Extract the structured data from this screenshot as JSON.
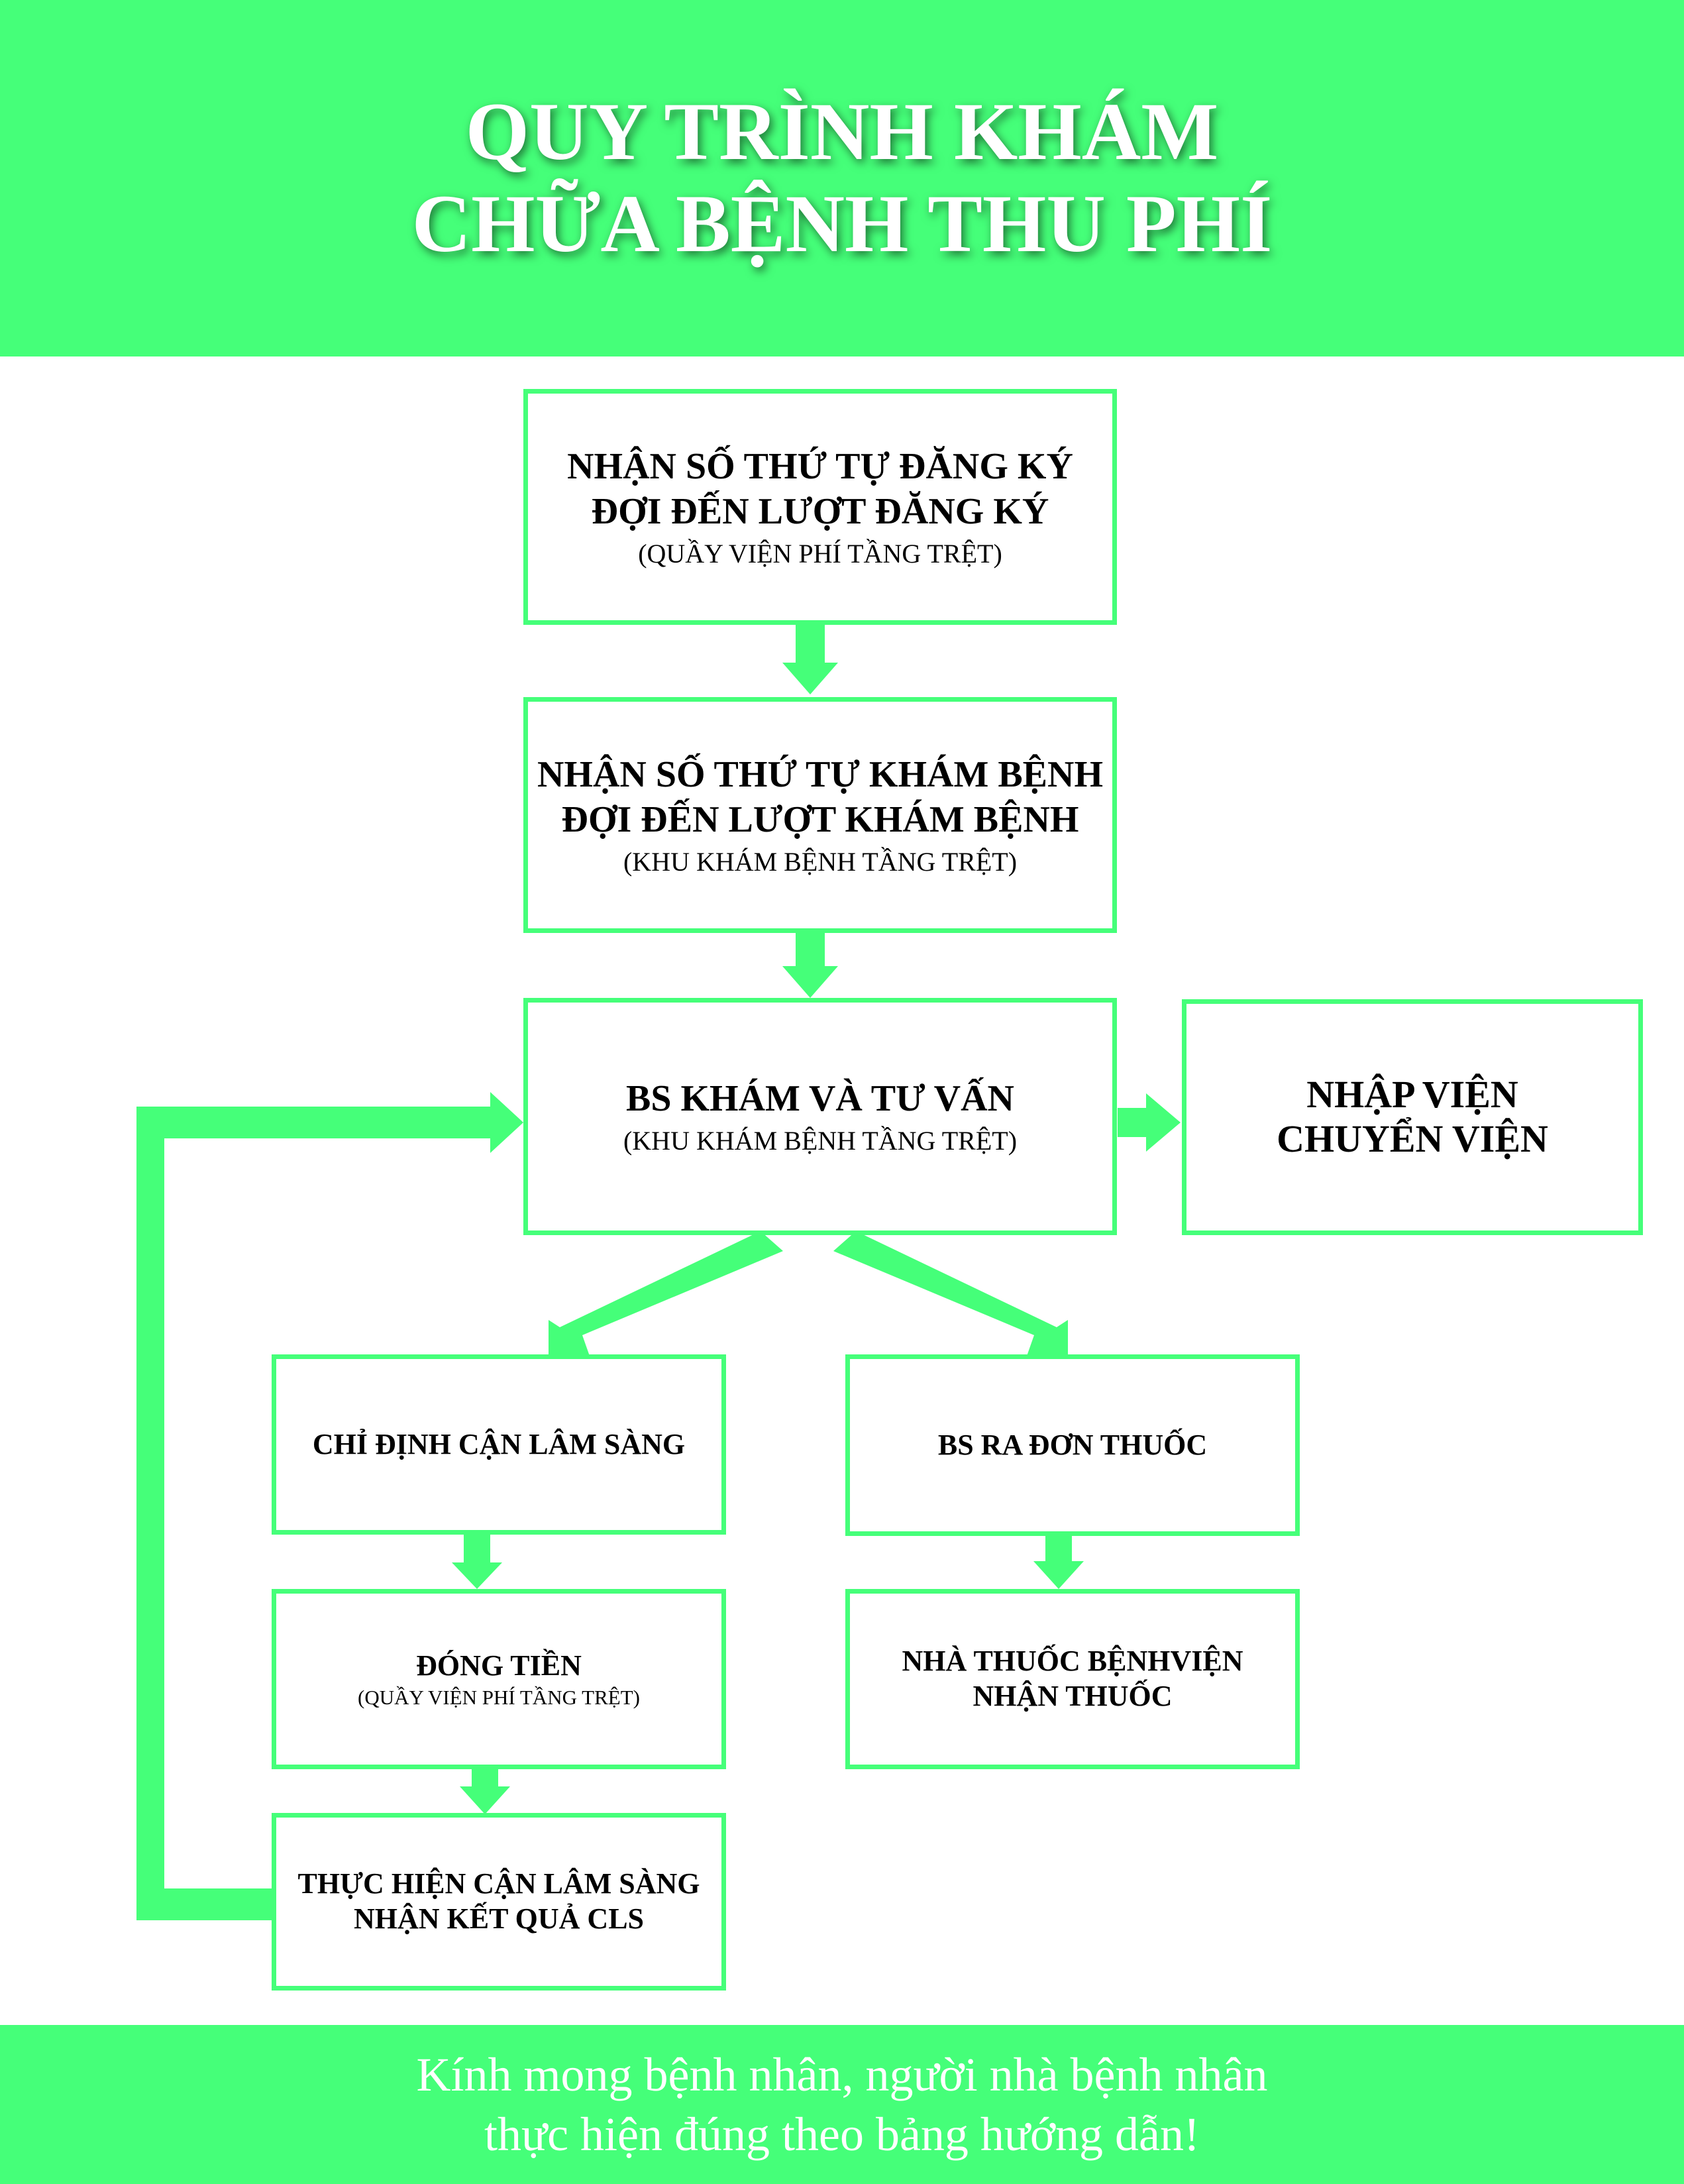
{
  "header": {
    "title_line1": "QUY TRÌNH KHÁM",
    "title_line2": "CHỮA BỆNH THU PHÍ"
  },
  "steps": {
    "register": {
      "line1": "NHẬN SỐ THỨ TỰ ĐĂNG KÝ",
      "line2": "ĐỢI ĐẾN LƯỢT ĐĂNG KÝ",
      "note": "(QUẦY VIỆN PHÍ TẦNG TRỆT)"
    },
    "queue": {
      "line1": "NHẬN SỐ THỨ TỰ KHÁM BỆNH",
      "line2": "ĐỢI ĐẾN LƯỢT KHÁM BỆNH",
      "note": "(KHU KHÁM BỆNH TẦNG TRỆT)"
    },
    "consult": {
      "line1": "BS KHÁM VÀ TƯ VẤN",
      "note": "(KHU KHÁM BỆNH TẦNG TRỆT)"
    },
    "admit": {
      "line1": "NHẬP VIỆN",
      "line2": "CHUYỂN VIỆN"
    },
    "order_tests": {
      "line1": "CHỈ ĐỊNH CẬN LÂM SÀNG"
    },
    "prescribe": {
      "line1": "BS RA ĐƠN THUỐC"
    },
    "pay": {
      "line1": "ĐÓNG TIỀN",
      "note": "(QUẦY VIỆN PHÍ TẦNG TRỆT)"
    },
    "pharmacy": {
      "line1": "NHÀ THUỐC BỆNHVIỆN",
      "line2": "NHẬN THUỐC"
    },
    "perform_tests": {
      "line1": "THỰC HIỆN CẬN LÂM SÀNG",
      "line2": "NHẬN KẾT QUẢ CLS"
    }
  },
  "footer": {
    "line1": "Kính mong bệnh nhân, người nhà bệnh nhân",
    "line2": "thực hiện đúng theo bảng hướng dẫn!"
  },
  "colors": {
    "accent": "#45ff79",
    "text": "#000000",
    "heading_text": "#ffffff"
  }
}
